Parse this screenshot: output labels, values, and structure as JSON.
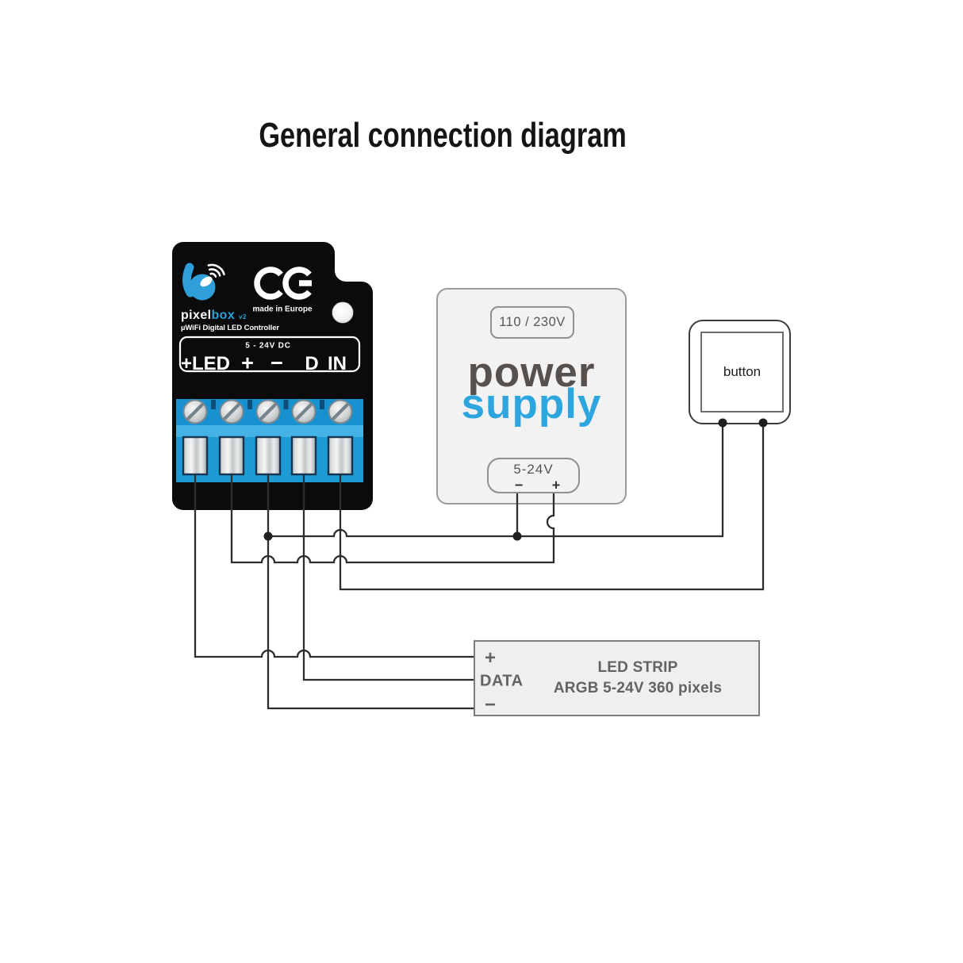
{
  "title": "General connection diagram",
  "colors": {
    "brand_blue": "#2f9fd9",
    "terminal_block_blue": "#1b9ad6",
    "psu_logo_gray": "#57514e",
    "psu_logo_blue": "#2da6e0",
    "wire": "#2d2d2d"
  },
  "controller": {
    "brand": "pixel",
    "brand2": "box",
    "version": "v2",
    "subtitle": "µWiFi Digital LED Controller",
    "ce_mark": "CE",
    "made_in": "made in Europe",
    "voltage_rating": "5 - 24V DC",
    "terminals": [
      "+LED",
      "+",
      "−",
      "D",
      "IN"
    ]
  },
  "power_supply": {
    "input_voltage": "110 / 230V",
    "logo_line1": "power",
    "logo_line2": "supply",
    "output_voltage": "5-24V",
    "minus_label": "−",
    "plus_label": "+"
  },
  "button": {
    "label": "button"
  },
  "led_strip": {
    "plus_label": "+",
    "data_label": "DATA",
    "minus_label": "−",
    "title": "LED STRIP",
    "spec": "ARGB 5-24V 360 pixels"
  }
}
